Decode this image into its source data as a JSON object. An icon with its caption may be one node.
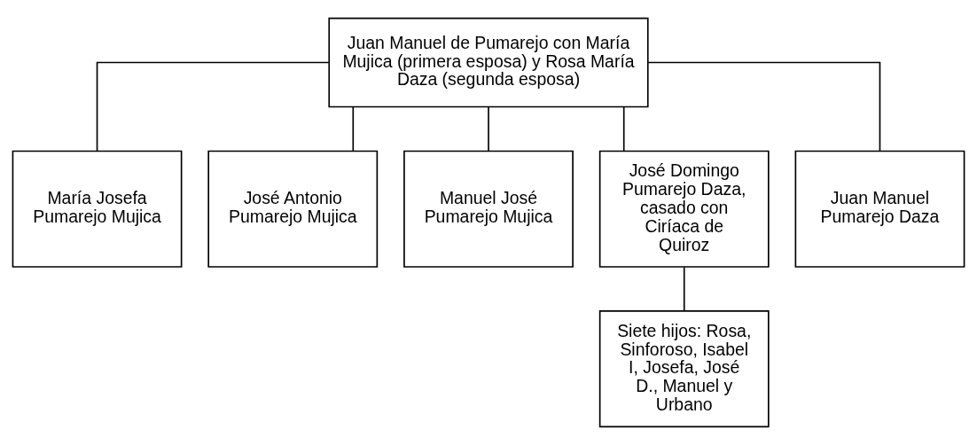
{
  "diagram": {
    "nodes": [
      {
        "text": [
          "Juan Manuel de Pumarejo con María Mujica (primera esposa) y Rosa María Daza (segunda esposa)"
        ]
      },
      {
        "text": [
          "María Josefa Pumarejo Mujica"
        ]
      },
      {
        "text": [
          "José Antonio Pumarejo Mujica"
        ]
      },
      {
        "text": [
          "Manuel José Pumarejo Mujica"
        ]
      },
      {
        "text": [
          "José Domingo Pumarejo Daza, casado con Ciríaca de Quiroz"
        ]
      },
      {
        "text": [
          "Juan Manuel Pumarejo Daza"
        ]
      },
      {
        "text": [
          "Siete hijos: Rosa, Sinforoso, Isabel I, Josefa, José D., Manuel y Urbano"
        ]
      }
    ],
    "edges": [
      {
        "from": 0,
        "to": 1,
        "arrow": "none"
      },
      {
        "from": 0,
        "to": 2,
        "arrow": "none"
      },
      {
        "from": 0,
        "to": 3,
        "arrow": "none"
      },
      {
        "from": 0,
        "to": 4,
        "arrow": "none"
      },
      {
        "from": 0,
        "to": 5,
        "arrow": "none"
      },
      {
        "from": 4,
        "to": 6,
        "arrow": "none"
      }
    ]
  }
}
